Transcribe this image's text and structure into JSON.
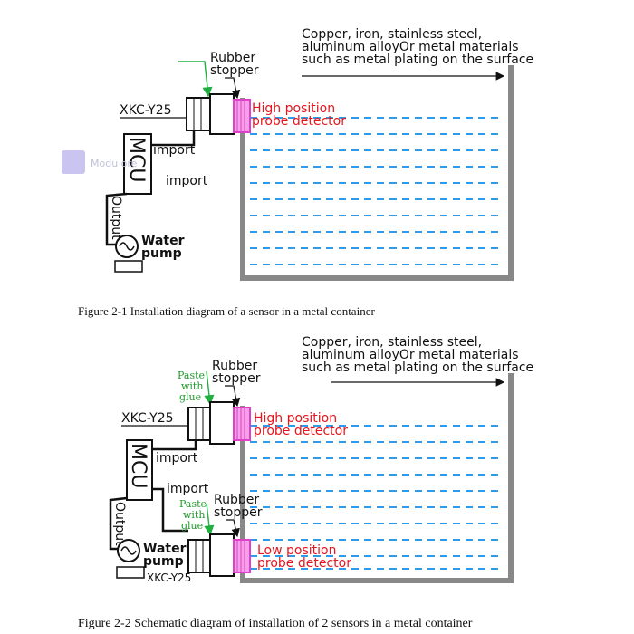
{
  "figure1": {
    "metal_note": [
      "Copper, iron, stainless steel,",
      "aluminum alloyOr metal materials",
      "such as metal plating on the surface"
    ],
    "rubber_stopper": [
      "Rubber",
      "stopper"
    ],
    "sensor_label": "XKC-Y25",
    "high_probe": [
      "High position",
      "probe detector"
    ],
    "mcu_label": "MCU",
    "import_1": "import",
    "import_2": "import",
    "output_label": "Output",
    "pump_label": [
      "Water",
      "pump"
    ],
    "watermark": "Modu ore",
    "caption": "Figure 2-1 Installation diagram of a sensor in a metal container"
  },
  "figure2": {
    "metal_note": [
      "Copper, iron, stainless steel,",
      "aluminum alloyOr metal materials",
      "such as metal plating on the surface"
    ],
    "paste_glue_1": [
      "Paste",
      "with",
      "glue"
    ],
    "rubber_stopper_1": [
      "Rubber",
      "stopper"
    ],
    "sensor_label_1": "XKC-Y25",
    "high_probe": [
      "High position",
      "probe detector"
    ],
    "mcu_label": "MCU",
    "import_1": "import",
    "import_2": "import",
    "paste_glue_2": [
      "Paste",
      "with",
      "glue"
    ],
    "rubber_stopper_2": [
      "Rubber",
      "stopper"
    ],
    "output_label": "Output",
    "pump_label": [
      "Water",
      "pump"
    ],
    "sensor_label_2": "XKC-Y25",
    "low_probe": [
      "Low position",
      "probe detector"
    ],
    "caption": "Figure 2-2 Schematic diagram of installation of 2 sensors in a metal container"
  },
  "colors": {
    "water": "#2f9be8",
    "probe": "#e040c8",
    "wall": "#888888",
    "arrow_green": "#1fb040",
    "text_red": "#e8141b"
  }
}
